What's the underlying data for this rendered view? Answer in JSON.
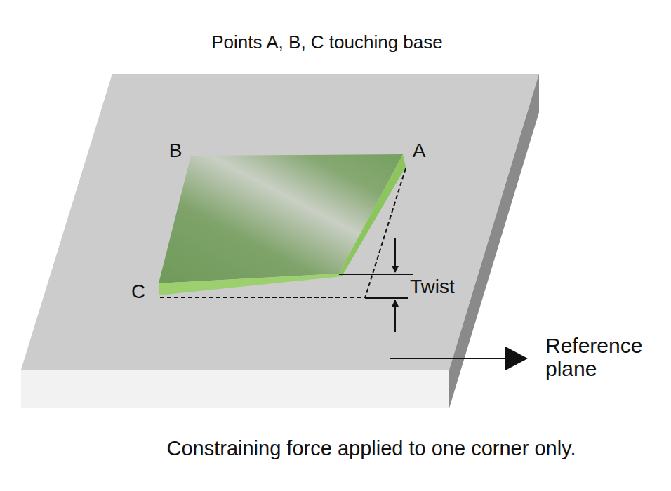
{
  "diagram": {
    "title": "Points A, B, C touching base",
    "caption": "Constraining force applied to one corner only.",
    "labels": [
      "B",
      "A",
      "C",
      "Twist",
      "Reference plane"
    ]
  }
}
